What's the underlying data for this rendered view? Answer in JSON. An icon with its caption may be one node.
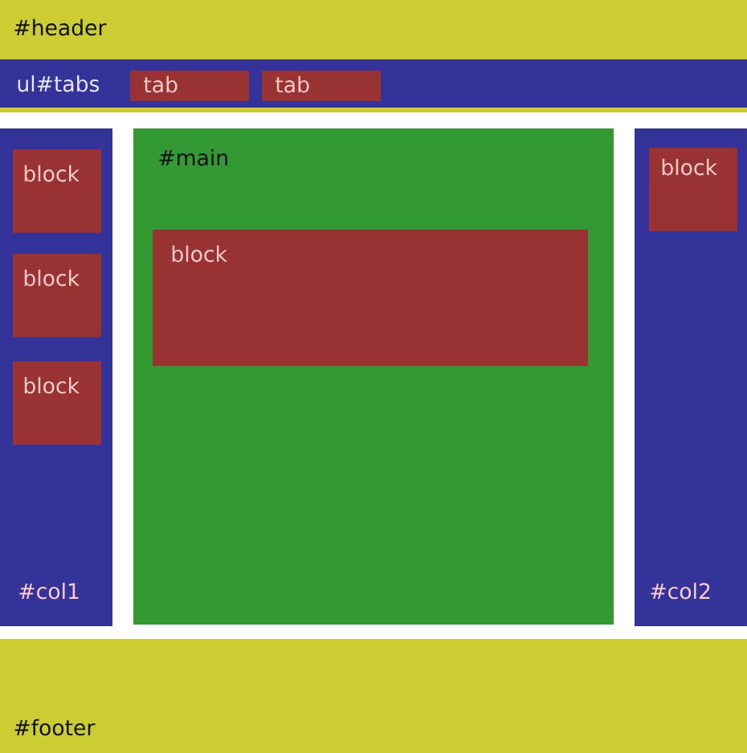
{
  "diagram": {
    "nodes": [
      {
        "text": [
          "#header"
        ]
      },
      {
        "text": [
          "ul#tabs"
        ],
        "in": 0
      },
      {
        "text": [
          "tab"
        ],
        "in": 1
      },
      {
        "text": [
          "tab"
        ],
        "in": 1
      },
      {
        "text": [
          "#col1"
        ]
      },
      {
        "text": [
          "block"
        ],
        "in": 4
      },
      {
        "text": [
          "block"
        ],
        "in": 4
      },
      {
        "text": [
          "block"
        ],
        "in": 4
      },
      {
        "text": [
          "#main"
        ]
      },
      {
        "text": [
          "block"
        ],
        "in": 8
      },
      {
        "text": [
          "#col2"
        ]
      },
      {
        "text": [
          "block"
        ],
        "in": 10
      },
      {
        "text": [
          "#footer"
        ]
      }
    ]
  }
}
